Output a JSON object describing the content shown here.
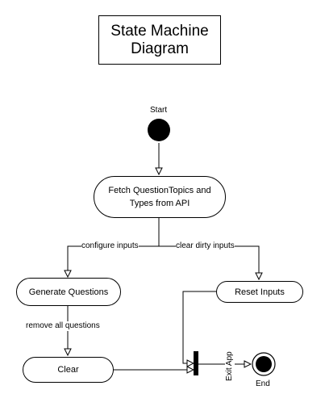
{
  "title": {
    "line1": "State Machine",
    "line2": "Diagram"
  },
  "nodes": {
    "start": "Start",
    "fetch_line1": "Fetch QuestionTopics and",
    "fetch_line2": "Types from API",
    "generate": "Generate Questions",
    "reset": "Reset Inputs",
    "clear": "Clear",
    "end": "End"
  },
  "edges": {
    "configure": "configure inputs",
    "clear_dirty": "clear dirty inputs",
    "remove_all": "remove all questions",
    "exit_app": "Exit App"
  }
}
